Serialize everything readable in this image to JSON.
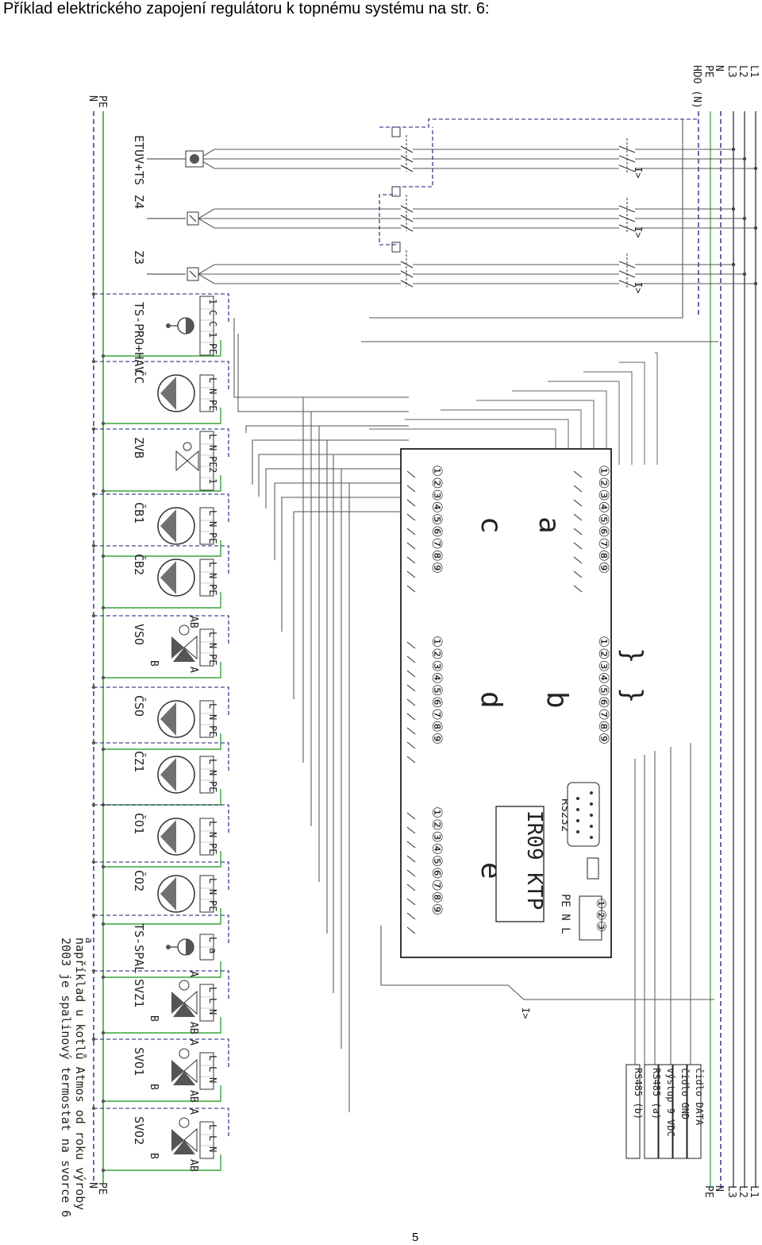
{
  "title": "Příklad elektrického zapojení regulátoru k topnému systému na str. 6:",
  "page_number": "5",
  "colors": {
    "pe": "#3aa63a",
    "n": "#1a1a7a",
    "wire": "#707070",
    "line": "#222222",
    "symbol": "#555555"
  },
  "bus_left": {
    "pe": "PE",
    "n": "N"
  },
  "bus_right": {
    "l1": "L1",
    "l2": "L2",
    "l3": "L3",
    "n": "N",
    "pe": "PE",
    "hdo": "HDO (N)"
  },
  "loads": [
    {
      "label": "ETUV+TS",
      "icon": "heater-icon",
      "terms": []
    },
    {
      "label": "Z4",
      "icon": "heater-icon",
      "terms": []
    },
    {
      "label": "Z3",
      "icon": "heater-icon",
      "terms": []
    },
    {
      "label": "TS-PRO+HAV",
      "icon": "thermostat-icon",
      "terms": [
        "1",
        "C",
        "C",
        "1",
        "PE"
      ]
    },
    {
      "label": "ČC",
      "icon": "pump-icon",
      "terms": [
        "L",
        "N",
        "PE"
      ]
    },
    {
      "label": "ZVB",
      "icon": "valve-icon",
      "terms": [
        "L",
        "N",
        "PE",
        "2",
        "1"
      ]
    },
    {
      "label": "ČB1",
      "icon": "pump-icon",
      "terms": [
        "L",
        "N",
        "PE"
      ]
    },
    {
      "label": "ČB2",
      "icon": "pump-icon",
      "terms": [
        "L",
        "N",
        "PE"
      ]
    },
    {
      "label": "VSO",
      "icon": "three-way-valve-icon",
      "terms": [
        "L",
        "N",
        "PE"
      ],
      "ports": [
        "AB",
        "B",
        "A"
      ]
    },
    {
      "label": "ČSO",
      "icon": "pump-icon",
      "terms": [
        "L",
        "N",
        "PE"
      ]
    },
    {
      "label": "ČZ1",
      "icon": "pump-icon",
      "terms": [
        "L",
        "N",
        "PE"
      ]
    },
    {
      "label": "ČO1",
      "icon": "pump-icon",
      "terms": [
        "L",
        "N",
        "PE"
      ]
    },
    {
      "label": "ČO2",
      "icon": "pump-icon",
      "terms": [
        "L",
        "N",
        "PE"
      ]
    },
    {
      "label": "TS-SPAL",
      "icon": "thermostat-icon",
      "terms": [
        "L",
        "a"
      ]
    },
    {
      "label": "SVZ1",
      "icon": "three-way-valve-icon",
      "terms": [
        "L",
        "L",
        "N"
      ],
      "ports": [
        "A",
        "B",
        "AB"
      ]
    },
    {
      "label": "SVO1",
      "icon": "three-way-valve-icon",
      "terms": [
        "L",
        "L",
        "N"
      ],
      "ports": [
        "A",
        "B",
        "AB"
      ]
    },
    {
      "label": "SVO2",
      "icon": "three-way-valve-icon",
      "terms": [
        "L",
        "L",
        "N"
      ],
      "ports": [
        "A",
        "B",
        "AB"
      ]
    }
  ],
  "breaker_label": "I>",
  "controller": {
    "name": "IR09 KTP",
    "blocks": [
      {
        "letter": "a",
        "digits": "①②③④⑤⑥⑦⑧⑨"
      },
      {
        "letter": "b",
        "digits": "①②③④⑤⑥⑦⑧⑨"
      },
      {
        "letter": "c",
        "digits": "①②③④⑤⑥⑦⑧⑨"
      },
      {
        "letter": "d",
        "digits": "①②③④⑤⑥⑦⑧⑨"
      },
      {
        "letter": "e",
        "digits": "①②③④⑤⑥⑦⑧⑨"
      }
    ],
    "rs232": "RS232",
    "power_label": "PE N L",
    "power_digits": "①②③"
  },
  "signals": [
    "čidlo DATA",
    "čidlo GND",
    "výstup 9 VDC",
    "RS485 (a)",
    "RS485 (b)"
  ],
  "footnote": {
    "marker": "a",
    "line1": "například u kotlů Atmos od roku výroby",
    "line2": "2003 je spalinový termostat na svorce 6"
  }
}
